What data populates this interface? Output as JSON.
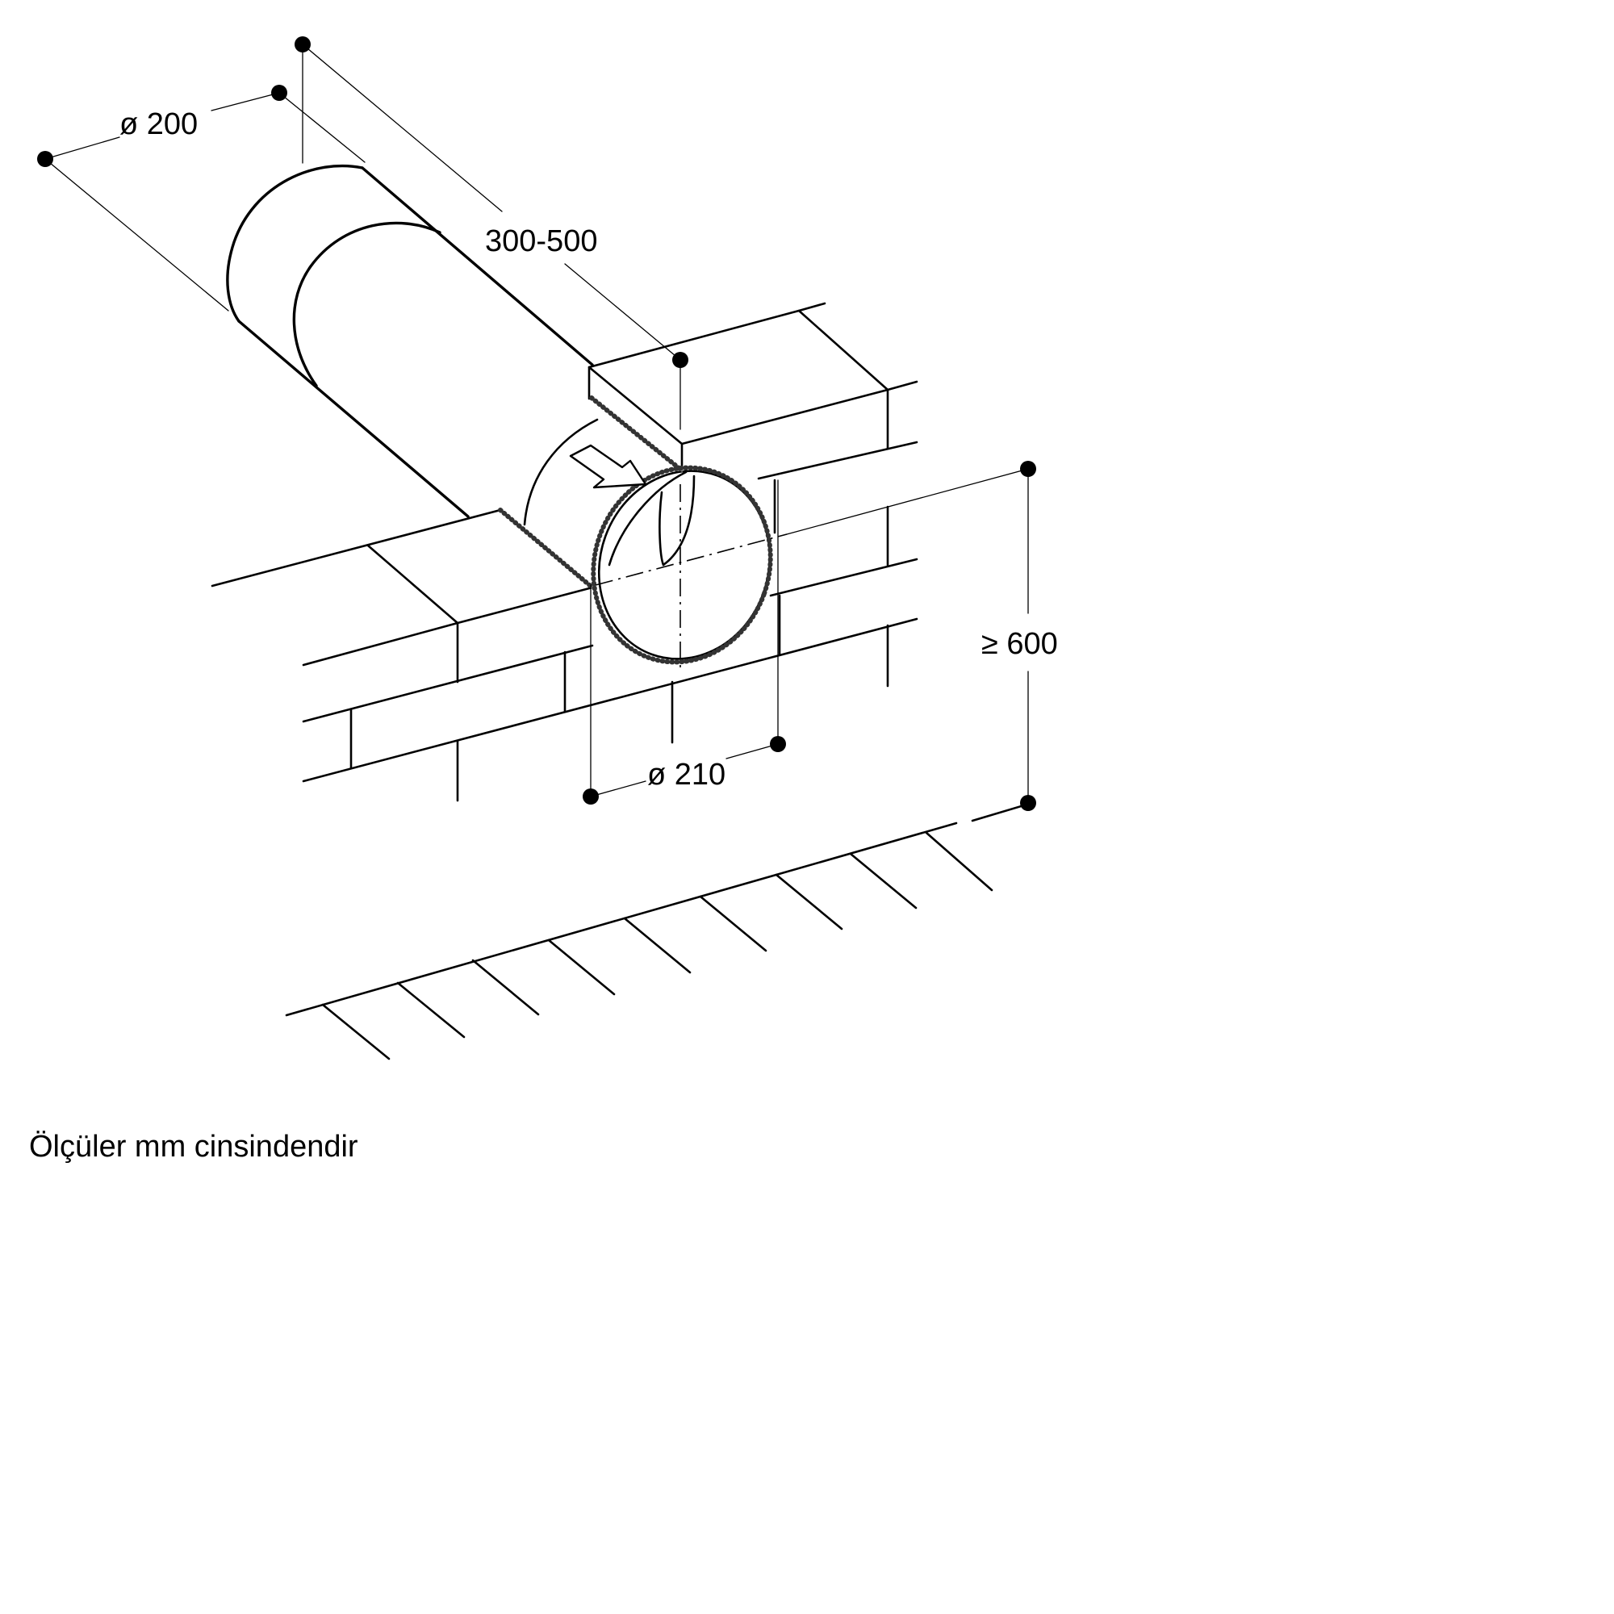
{
  "dimensions": {
    "pipe_diameter": "ø 200",
    "pipe_length": "300-500",
    "min_height": "≥ 600",
    "outlet_diameter": "ø 210"
  },
  "note": "Ölçüler mm cinsindendir"
}
